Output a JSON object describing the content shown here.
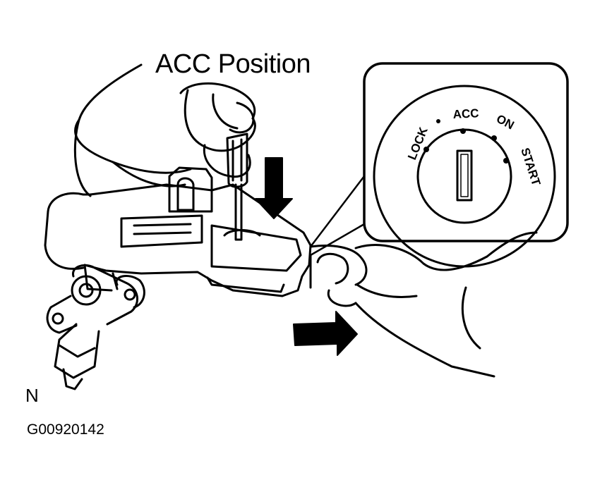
{
  "diagram": {
    "title": "ACC Position",
    "corner_letter": "N",
    "figure_id": "G00920142",
    "switch_positions": {
      "lock": "LOCK",
      "acc": "ACC",
      "on": "ON",
      "start": "START"
    }
  },
  "icons": [
    "down-arrow-icon",
    "right-arrow-icon",
    "screwdriver-icon",
    "hand-icon"
  ],
  "colors": {
    "line": "#000000",
    "background": "#ffffff"
  }
}
